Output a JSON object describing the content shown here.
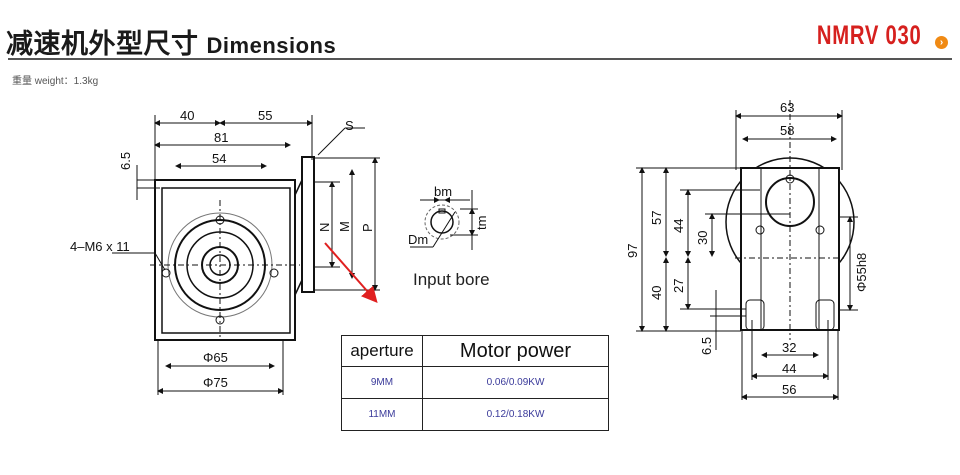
{
  "header": {
    "title_cn": "减速机外型尺寸",
    "title_en": "Dimensions",
    "model": "NMRV 030",
    "model_arrow_icon": "chevron-right-circle-icon",
    "weight": "重量 weight：1.3kg"
  },
  "colors": {
    "brand": "#d6201e",
    "arrow_accent": "#f08a14",
    "pointer_arrow": "#e02020",
    "table_values": "#3a3a9a"
  },
  "side_view": {
    "dims": {
      "d40": "40",
      "d55": "55",
      "d81": "81",
      "d54": "54",
      "d6_5": "6.5",
      "s": "S",
      "n": "N",
      "m": "M",
      "p": "P",
      "bolt": "4–M6 x 11",
      "phi65": "Φ65",
      "phi75": "Φ75"
    }
  },
  "input_bore": {
    "label": "Input bore",
    "bm": "bm",
    "tm": "tm",
    "dm": "Dm"
  },
  "front_view": {
    "dims": {
      "d63": "63",
      "d58": "58",
      "d97": "97",
      "d57": "57",
      "d44v": "44",
      "d30": "30",
      "d40": "40",
      "d27": "27",
      "d6_5": "6.5",
      "phi55": "Φ55h8",
      "d32": "32",
      "d44h": "44",
      "d56": "56"
    }
  },
  "spec_table": {
    "headers": [
      "aperture",
      "Motor power"
    ],
    "rows": [
      [
        "9MM",
        "0.06/0.09KW"
      ],
      [
        "11MM",
        "0.12/0.18KW"
      ]
    ]
  }
}
